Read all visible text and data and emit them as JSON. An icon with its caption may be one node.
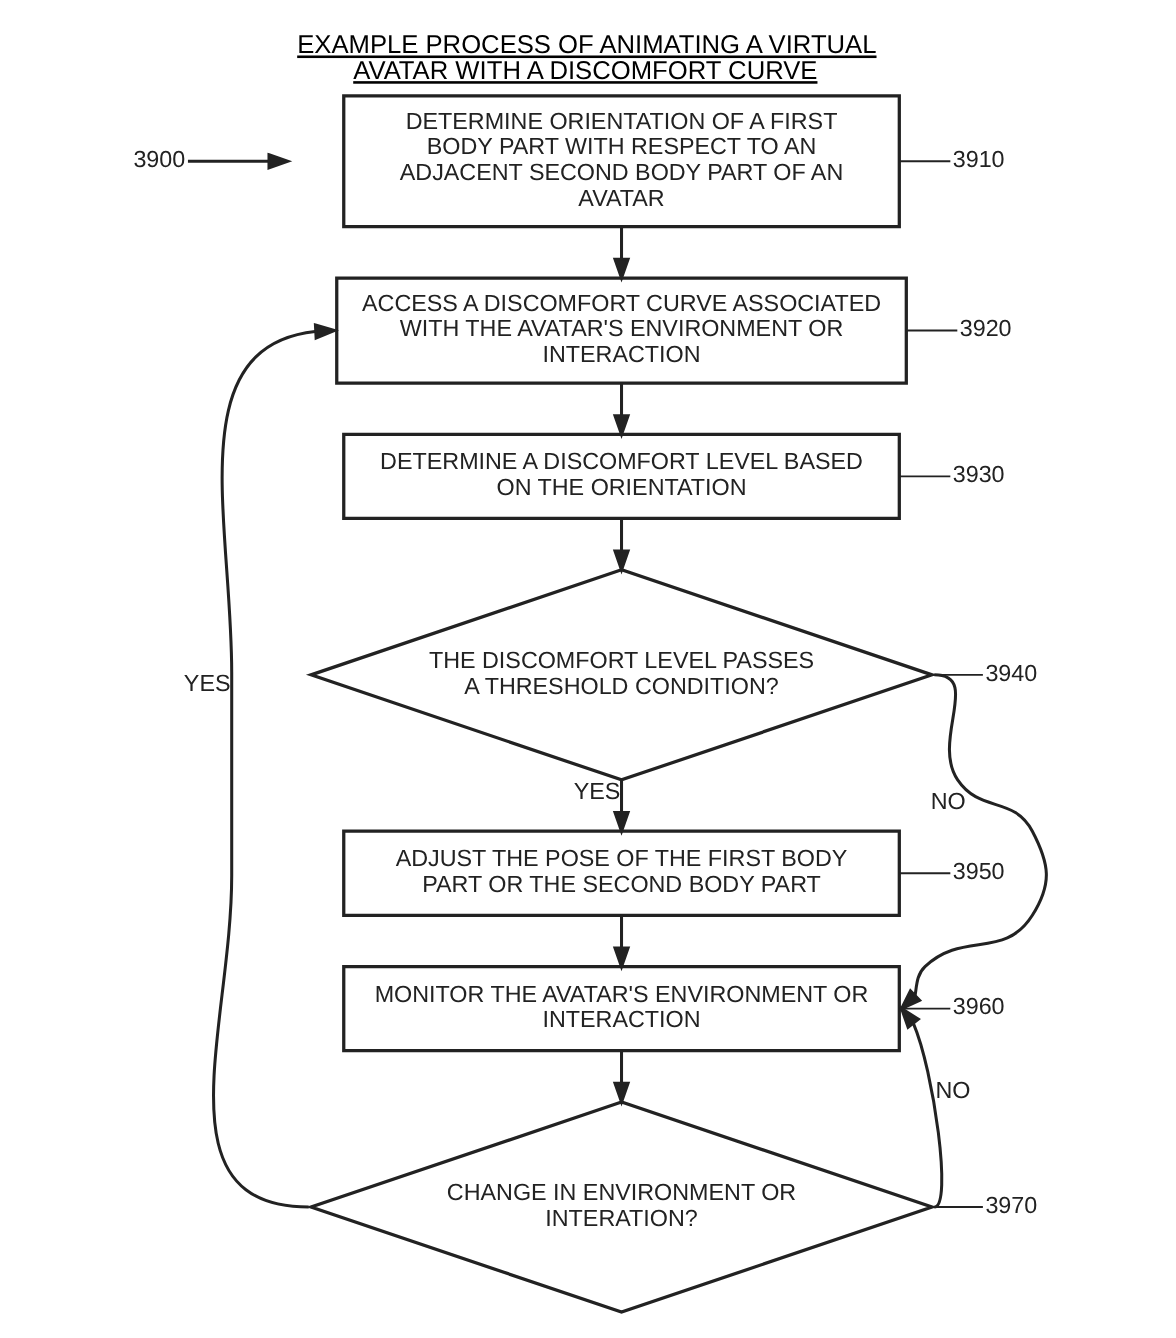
{
  "diagram": {
    "title": "EXAMPLE PROCESS OF ANIMATING A VIRTUAL AVATAR WITH A DISCOMFORT CURVE",
    "nodes": [
      {
        "text": [
          "3900"
        ]
      },
      {
        "text": [
          "3910"
        ]
      },
      {
        "text": [
          "DETERMINE ORIENTATION OF A FIRST BODY PART WITH RESPECT TO AN ADJACENT SECOND BODY PART OF AN AVATAR"
        ]
      },
      {
        "text": [
          "3920"
        ]
      },
      {
        "text": [
          "ACCESS A DISCOMFORT CURVE ASSOCIATED WITH THE AVATAR'S ENVIRONMENT OR INTERACTION"
        ]
      },
      {
        "text": [
          "3930"
        ]
      },
      {
        "text": [
          "DETERMINE A DISCOMFORT LEVEL BASED ON THE ORIENTATION"
        ]
      },
      {
        "text": [
          "3940"
        ]
      },
      {
        "text": [
          "THE DISCOMFORT LEVEL PASSES A THRESHOLD CONDITION?"
        ]
      },
      {
        "text": [
          "3950"
        ]
      },
      {
        "text": [
          "ADJUST THE POSE OF THE FIRST BODY PART OR THE SECOND BODY PART"
        ]
      },
      {
        "text": [
          "3960"
        ]
      },
      {
        "text": [
          "MONITOR THE AVATAR'S ENVIRONMENT OR INTERACTION"
        ]
      },
      {
        "text": [
          "3970"
        ]
      },
      {
        "text": [
          "CHANGE IN ENVIRONMENT OR INTERATION?"
        ]
      }
    ],
    "edges": [
      {
        "from": 0,
        "to": null,
        "arrow": "to"
      },
      {
        "from": 1,
        "to": 2,
        "arrow": "none"
      },
      {
        "from": 2,
        "to": 4,
        "arrow": "to"
      },
      {
        "from": 3,
        "to": 4,
        "arrow": "none"
      },
      {
        "from": 4,
        "to": 6,
        "arrow": "to"
      },
      {
        "from": 5,
        "to": 6,
        "arrow": "none"
      },
      {
        "from": 6,
        "to": 8,
        "arrow": "to"
      },
      {
        "from": 7,
        "to": 8,
        "arrow": "none"
      },
      {
        "from": 8,
        "to": 10,
        "arrow": "to",
        "label": "YES"
      },
      {
        "from": 8,
        "to": 12,
        "arrow": "to",
        "label": "NO"
      },
      {
        "from": 9,
        "to": 10,
        "arrow": "none"
      },
      {
        "from": 10,
        "to": 12,
        "arrow": "to"
      },
      {
        "from": 11,
        "to": 12,
        "arrow": "none"
      },
      {
        "from": 12,
        "to": 14,
        "arrow": "to"
      },
      {
        "from": 13,
        "to": 14,
        "arrow": "none"
      },
      {
        "from": 14,
        "to": 4,
        "arrow": "to",
        "label": "YES"
      },
      {
        "from": 14,
        "to": 12,
        "arrow": "to",
        "label": "NO"
      }
    ]
  }
}
